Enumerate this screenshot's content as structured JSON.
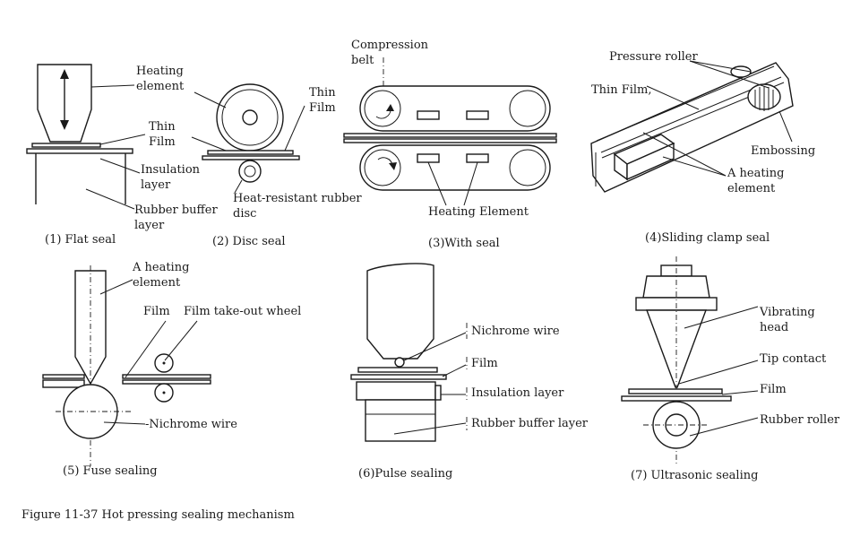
{
  "caption": "Figure 11-37  Hot pressing sealing mechanism",
  "panels": {
    "flat_seal": {
      "title": "(1) Flat seal",
      "heating_element": [
        "Heating",
        "element"
      ],
      "thin_film": [
        "Thin",
        "Film"
      ],
      "insulation_layer": [
        "Insulation",
        "layer"
      ],
      "rubber_buffer_layer": [
        "Rubber buffer",
        "layer"
      ]
    },
    "disc_seal": {
      "title": "(2) Disc seal",
      "thin_film": [
        "Thin",
        "Film"
      ],
      "heat_resistant_rubber_disc": [
        "Heat-resistant rubber",
        "disc"
      ]
    },
    "with_seal": {
      "title": "(3)With seal",
      "compression_belt": [
        "Compression",
        "belt"
      ],
      "heating_element": "Heating  Element"
    },
    "sliding_clamp_seal": {
      "title": "(4)Sliding clamp seal",
      "pressure_roller": "Pressure roller",
      "thin_film": "Thin Film,",
      "embossing": "Embossing",
      "heating_element": [
        "A heating",
        "element"
      ]
    },
    "fuse_sealing": {
      "title": "(5) Fuse sealing",
      "heating_element": [
        "A heating",
        "element"
      ],
      "film": "Film",
      "film_take_out_wheel": "Film take-out wheel",
      "nichrome_wire": "-Nichrome wire"
    },
    "pulse_sealing": {
      "title": "(6)Pulse sealing",
      "nichrome_wire": "Nichrome wire",
      "film": "Film",
      "insulation_layer": "Insulation layer",
      "rubber_buffer_layer": "Rubber buffer layer"
    },
    "ultrasonic_sealing": {
      "title": "(7) Ultrasonic sealing",
      "vibrating_head": [
        "Vibrating",
        "head"
      ],
      "tip_contact": "Tip contact",
      "film": "Film",
      "rubber_roller": "Rubber roller"
    }
  }
}
